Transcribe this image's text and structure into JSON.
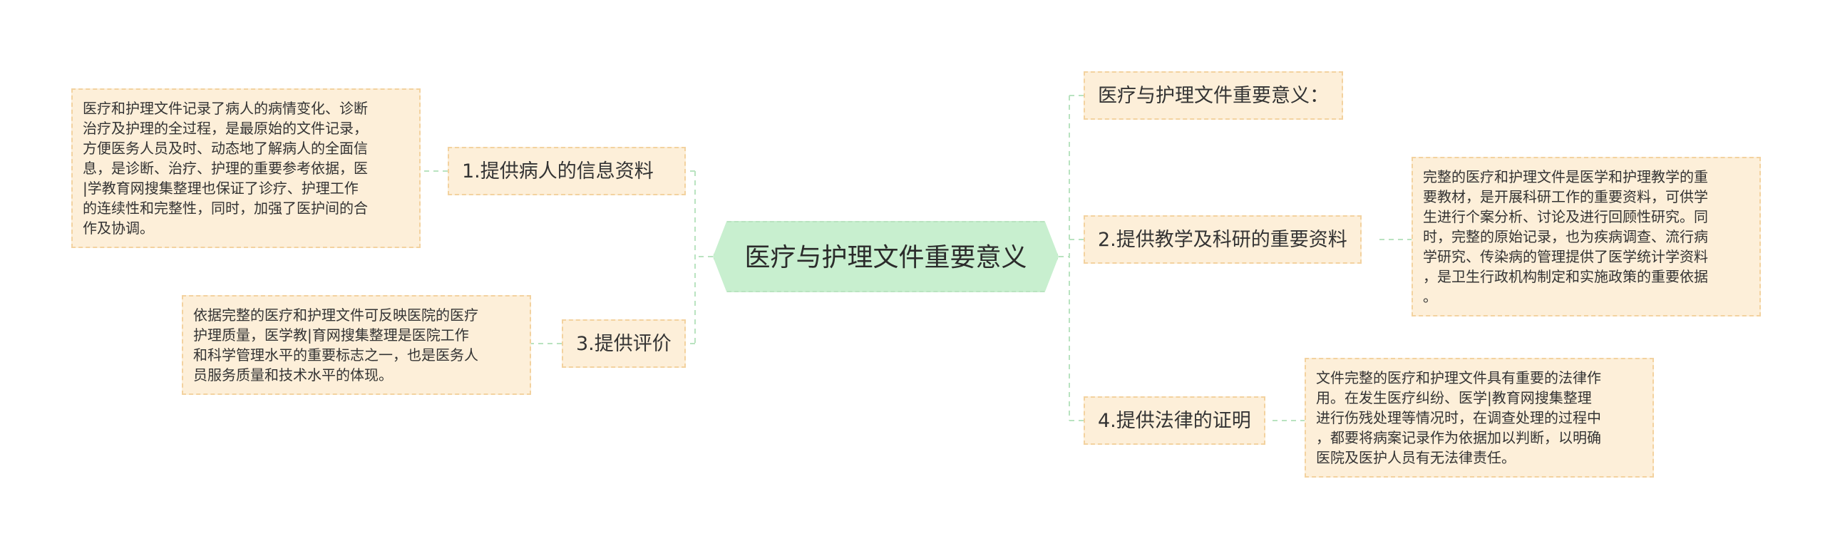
{
  "central": {
    "label": "医疗与护理文件重要意义"
  },
  "branches": [
    {
      "id": "intro",
      "label": "医疗与护理文件重要意义：",
      "lines": []
    },
    {
      "id": "b1",
      "label": "1.提供病人的信息资料",
      "lines": [
        "医疗和护理文件记录了病人的病情变化、诊断",
        "治疗及护理的全过程，是最原始的文件记录，",
        "方便医务人员及时、动态地了解病人的全面信",
        "息，是诊断、治疗、护理的重要参考依据，医",
        "|学教育网搜集整理也保证了诊疗、护理工作",
        "的连续性和完整性，同时，加强了医护间的合",
        "作及协调。"
      ]
    },
    {
      "id": "b2",
      "label": "2.提供教学及科研的重要资料",
      "lines": [
        "完整的医疗和护理文件是医学和护理教学的重",
        "要教材，是开展科研工作的重要资料，可供学",
        "生进行个案分析、讨论及进行回顾性研究。同",
        "时，完整的原始记录，也为疾病调查、流行病",
        "学研究、传染病的管理提供了医学统计学资料",
        "，是卫生行政机构制定和实施政策的重要依据",
        "。"
      ]
    },
    {
      "id": "b3",
      "label": "3.提供评价",
      "lines": [
        "依据完整的医疗和护理文件可反映医院的医疗",
        "护理质量，医学教|育网搜集整理是医院工作",
        "和科学管理水平的重要标志之一，也是医务人",
        "员服务质量和技术水平的体现。"
      ]
    },
    {
      "id": "b4",
      "label": "4.提供法律的证明",
      "lines": [
        "文件完整的医疗和护理文件具有重要的法律作",
        "用。在发生医疗纠纷、医学|教育网搜集整理",
        "进行伤残处理等情况时，在调查处理的过程中",
        "，都要将病案记录作为依据加以判断，以明确",
        "医院及医护人员有无法律责任。"
      ]
    }
  ],
  "colors": {
    "central_fill": "#c8efcf",
    "node_fill": "#fdefd9",
    "node_border": "#f3d29f",
    "connector": "#b9e3c0"
  }
}
